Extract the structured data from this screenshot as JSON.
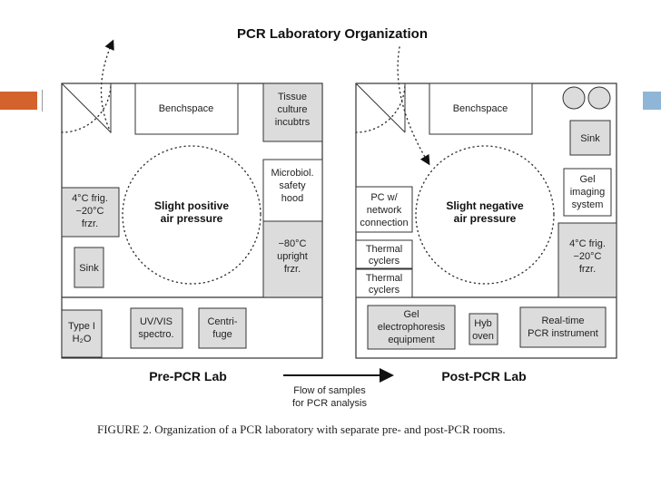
{
  "title": "PCR Laboratory Organization",
  "colors": {
    "accent_left": "#d4622c",
    "accent_right": "#8fb6d6",
    "equipment_fill": "#dcdcdc"
  },
  "pre_lab": {
    "name": "Pre-PCR Lab",
    "pressure": [
      "Slight positive",
      "air pressure"
    ],
    "benchspace": "Benchspace",
    "tissue": [
      "Tissue",
      "culture",
      "incubtrs"
    ],
    "microbiol": [
      "Microbiol.",
      "safety",
      "hood"
    ],
    "upright": [
      "−80°C",
      "upright",
      "frzr."
    ],
    "frig": [
      "4°C frig.",
      "−20°C",
      "frzr."
    ],
    "sink": "Sink",
    "water": [
      "Type I",
      "H₂O"
    ],
    "uvvis": [
      "UV/VIS",
      "spectro."
    ],
    "centrifuge": [
      "Centri-",
      "fuge"
    ]
  },
  "post_lab": {
    "name": "Post-PCR Lab",
    "pressure": [
      "Slight negative",
      "air pressure"
    ],
    "benchspace": "Benchspace",
    "sink": "Sink",
    "gel_imaging": [
      "Gel",
      "imaging",
      "system"
    ],
    "pc": [
      "PC w/",
      "network",
      "connection"
    ],
    "frig": [
      "4°C frig.",
      "−20°C",
      "frzr."
    ],
    "thermal1": [
      "Thermal",
      "cyclers"
    ],
    "thermal2": [
      "Thermal",
      "cyclers"
    ],
    "gel_electro": [
      "Gel",
      "electrophoresis",
      "equipment"
    ],
    "hyb": [
      "Hyb",
      "oven"
    ],
    "realtime": [
      "Real-time",
      "PCR instrument"
    ]
  },
  "flow": [
    "Flow of samples",
    "for PCR analysis"
  ],
  "caption": "FIGURE 2. Organization of a PCR laboratory with separate pre- and post-PCR rooms."
}
